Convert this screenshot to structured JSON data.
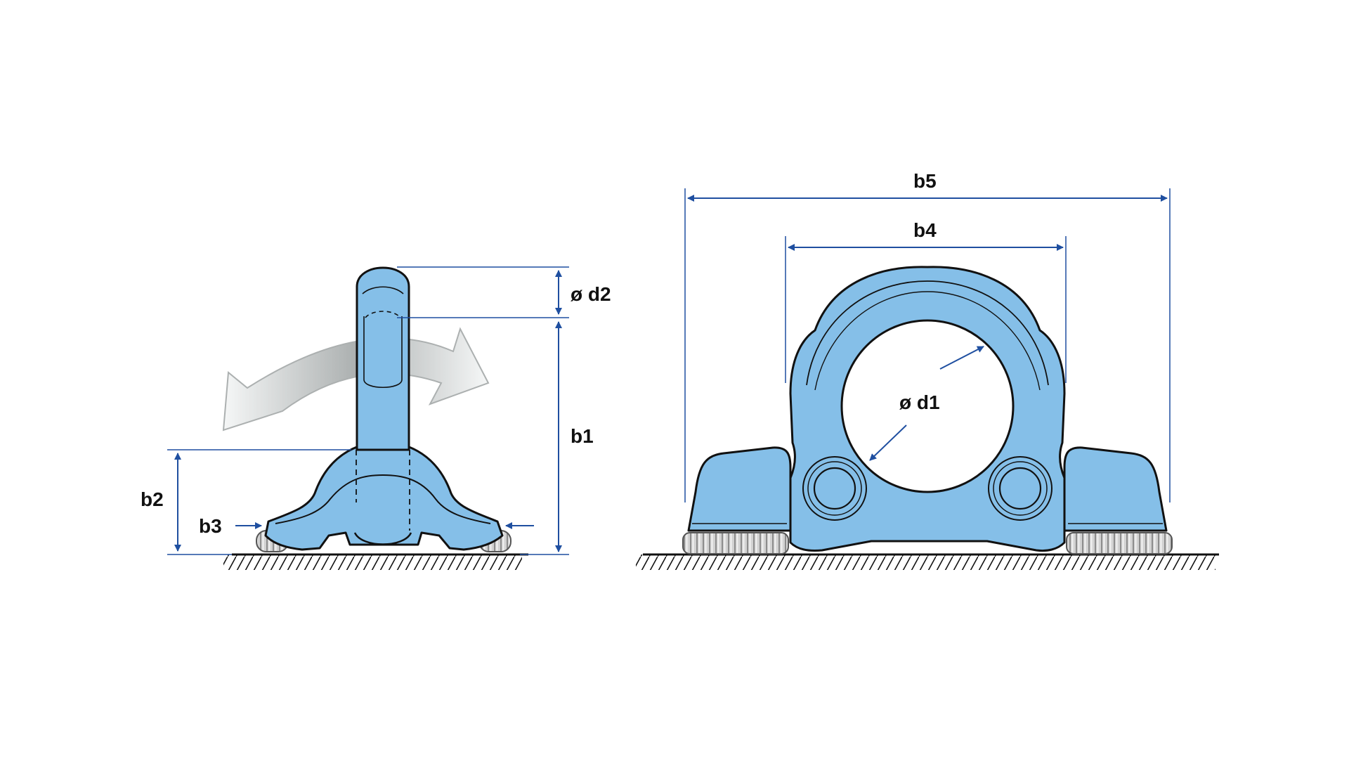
{
  "labels": {
    "d2": "ø d2",
    "b1": "b1",
    "b2": "b2",
    "b3": "b3",
    "b4": "b4",
    "b5": "b5",
    "d1": "ø d1"
  },
  "colors": {
    "body_fill": "#85bfe8",
    "outline": "#111111",
    "dimension": "#1f4fa0",
    "thread": "#c9c9c9",
    "arrow_gray": "#b8bcbc"
  },
  "icons": {
    "swivel": "curved-double-arrow-icon"
  }
}
